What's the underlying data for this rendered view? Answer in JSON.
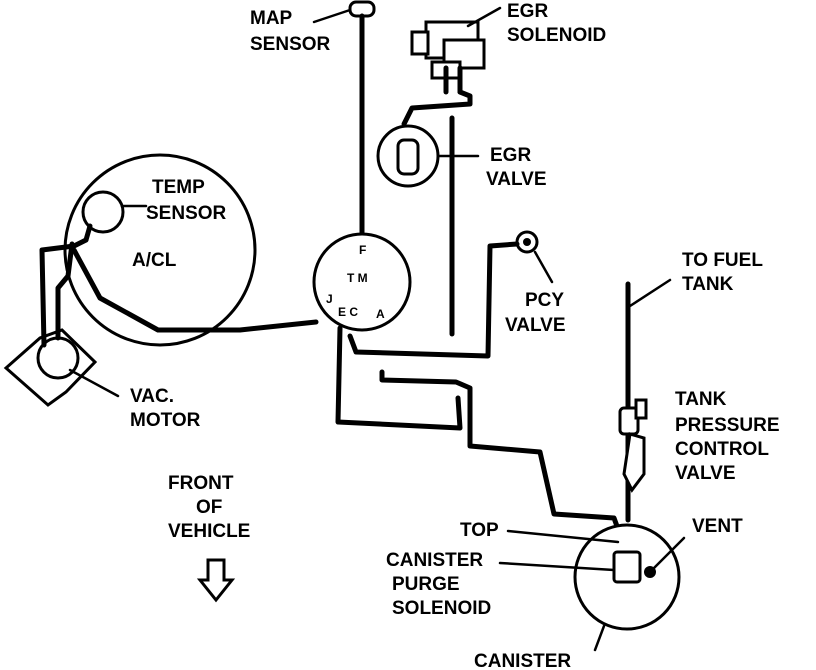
{
  "labels": {
    "map_sensor": [
      "MAP",
      "SENSOR"
    ],
    "egr_solenoid": [
      "EGR",
      "SOLENOID"
    ],
    "egr_valve": [
      "EGR",
      "VALVE"
    ],
    "temp_sensor": [
      "TEMP",
      "SENSOR"
    ],
    "air_cleaner": "A/CL",
    "pcv_valve": [
      "PCY",
      "VALVE"
    ],
    "to_fuel_tank": [
      "TO FUEL",
      "TANK"
    ],
    "vac_motor": [
      "VAC.",
      "MOTOR"
    ],
    "tank_pressure_control_valve": [
      "TANK",
      "PRESSURE",
      "CONTROL",
      "VALVE"
    ],
    "front_of_vehicle": [
      "FRONT",
      "OF",
      "VEHICLE"
    ],
    "top": "TOP",
    "vent": "VENT",
    "canister_purge_solenoid": [
      "CANISTER",
      "PURGE",
      "SOLENOID"
    ],
    "canister": "CANISTER"
  },
  "manifold_ports": {
    "f": "F",
    "tm": "T M",
    "j": "J",
    "ec": "E C",
    "a": "A"
  },
  "colors": {
    "line": "#000000",
    "background": "#ffffff"
  }
}
